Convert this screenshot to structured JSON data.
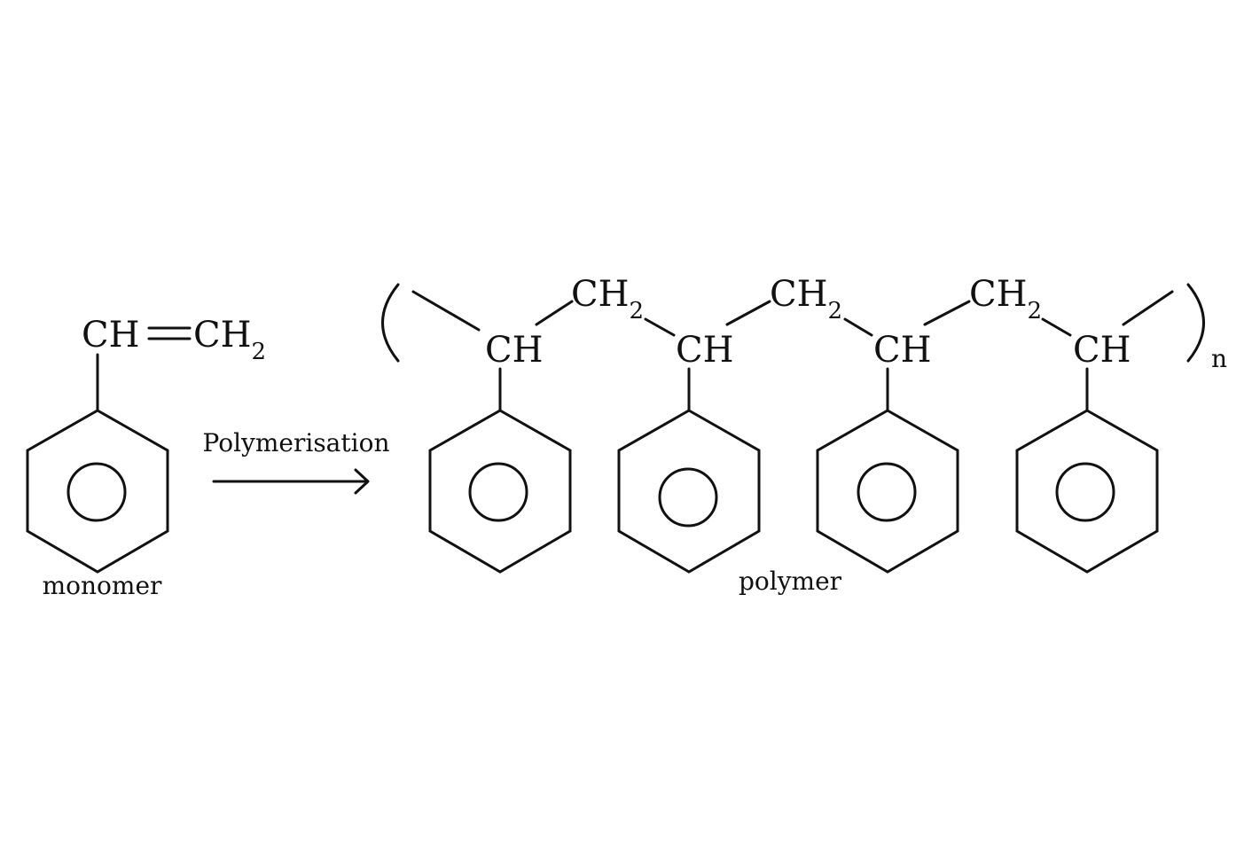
{
  "monomer": {
    "ch": "CH",
    "double_bond": "=",
    "ch2_base": "CH",
    "ch2_sub": "2",
    "label": "monomer"
  },
  "reaction": {
    "arrow_label": "Polymerisation"
  },
  "polymer": {
    "ch_groups": [
      "CH",
      "CH",
      "CH",
      "CH"
    ],
    "ch2_groups": [
      {
        "base": "CH",
        "sub": "2"
      },
      {
        "base": "CH",
        "sub": "2"
      },
      {
        "base": "CH",
        "sub": "2"
      }
    ],
    "bracket_left": "(",
    "bracket_right": ")",
    "repeat_subscript": "n",
    "label": "polymer"
  }
}
